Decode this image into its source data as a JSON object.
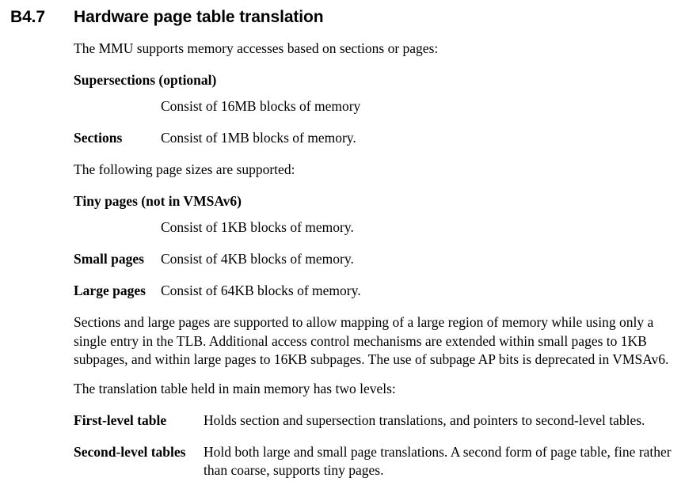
{
  "document": {
    "heading": {
      "number": "B4.7",
      "title": "Hardware page table translation"
    },
    "intro_paragraph": "The MMU supports memory accesses based on sections or pages:",
    "block_definitions": [
      {
        "term": "Supersections (optional)",
        "description": "Consist of 16MB blocks of memory",
        "layout": "stacked"
      },
      {
        "term": "Sections",
        "description": "Consist of 1MB blocks of memory.",
        "layout": "inline"
      }
    ],
    "page_sizes_intro": "The following page sizes are supported:",
    "page_size_definitions": [
      {
        "term": "Tiny pages (not in VMSAv6)",
        "description": "Consist of 1KB blocks of memory.",
        "layout": "stacked"
      },
      {
        "term": "Small pages",
        "description": "Consist of 4KB blocks of memory.",
        "layout": "inline"
      },
      {
        "term": "Large pages",
        "description": "Consist of 64KB blocks of memory.",
        "layout": "inline"
      }
    ],
    "explanation_paragraph": "Sections and large pages are supported to allow mapping of a large region of memory while using only a single entry in the TLB. Additional access control mechanisms are extended within small pages to 1KB subpages, and within large pages to 16KB subpages. The use of subpage AP bits is deprecated in VMSAv6.",
    "levels_intro": "The translation table held in main memory has two levels:",
    "level_definitions": [
      {
        "term": "First-level table",
        "description": "Holds section and supersection translations, and pointers to second-level tables."
      },
      {
        "term": "Second-level tables",
        "description": "Hold both large and small page translations. A second form of page table, fine rather than coarse, supports tiny pages."
      }
    ]
  },
  "colors": {
    "page_background": "#ffffff",
    "text": "#000000"
  }
}
